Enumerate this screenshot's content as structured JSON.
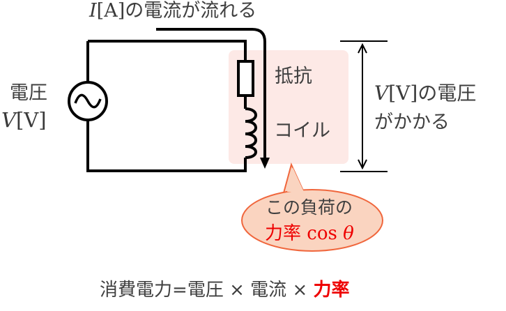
{
  "diagram": {
    "current_label": {
      "symbol": "I",
      "unit": "[A]",
      "text": "の電流が流れる"
    },
    "source_label": {
      "line1": "電圧",
      "symbol": "V",
      "unit": "[V]"
    },
    "components": {
      "resistor": "抵抗",
      "coil": "コイル"
    },
    "voltage_label": {
      "symbol": "V",
      "unit": "[V]",
      "text1": "の電圧",
      "text2": "がかかる"
    },
    "callout": {
      "line1": "この負荷の",
      "line2_jp": "力率",
      "line2_math": "cos",
      "line2_theta": "θ"
    },
    "formula": {
      "lhs": "消費電力",
      "eq": "=",
      "t1": "電圧",
      "times1": "×",
      "t2": "電流",
      "times2": "×",
      "t3": "力率"
    },
    "colors": {
      "line": "#000000",
      "load_bg": "#fde9e6",
      "callout_fill": "#fad4c0",
      "callout_stroke": "#f0663c",
      "highlight": "#ee0000",
      "text": "#3f3f3f"
    }
  }
}
